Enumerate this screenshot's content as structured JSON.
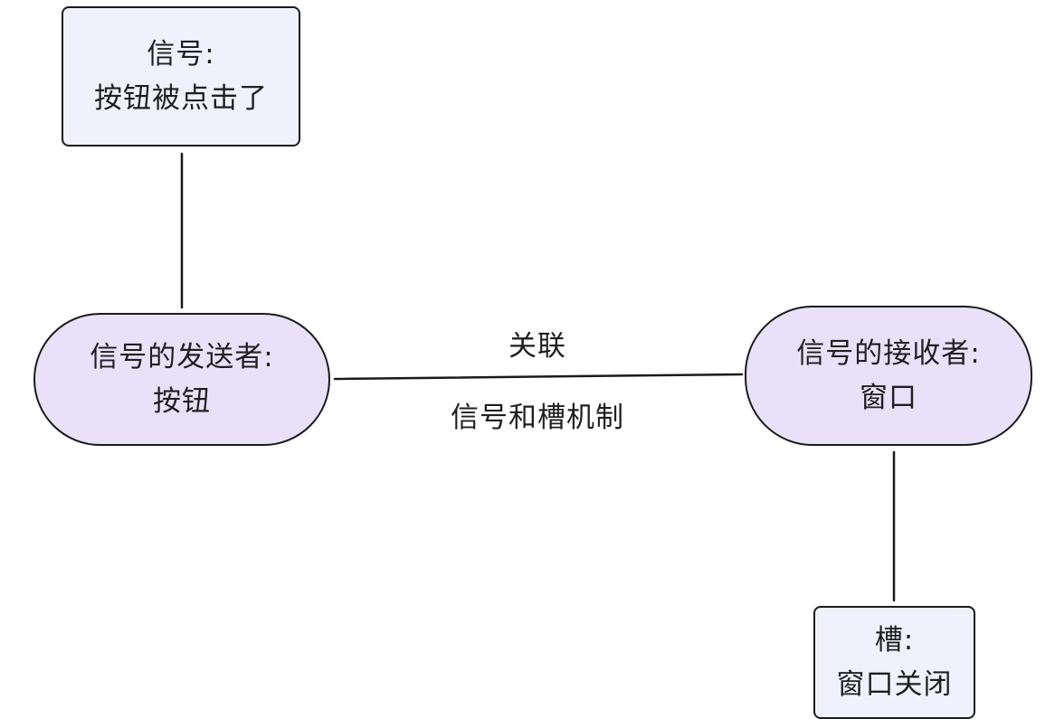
{
  "diagram": {
    "signal_node": {
      "line1": "信号:",
      "line2": "按钮被点击了"
    },
    "sender_node": {
      "line1": "信号的发送者:",
      "line2": "按钮"
    },
    "receiver_node": {
      "line1": "信号的接收者:",
      "line2": "窗口"
    },
    "slot_node": {
      "line1": "槽:",
      "line2": "窗口关闭"
    },
    "connection": {
      "label_above": "关联",
      "label_below": "信号和槽机制"
    }
  },
  "colors": {
    "rect_fill": "#eff2fd",
    "pill_fill": "#e9e1fa",
    "stroke": "#1a1a1a"
  }
}
